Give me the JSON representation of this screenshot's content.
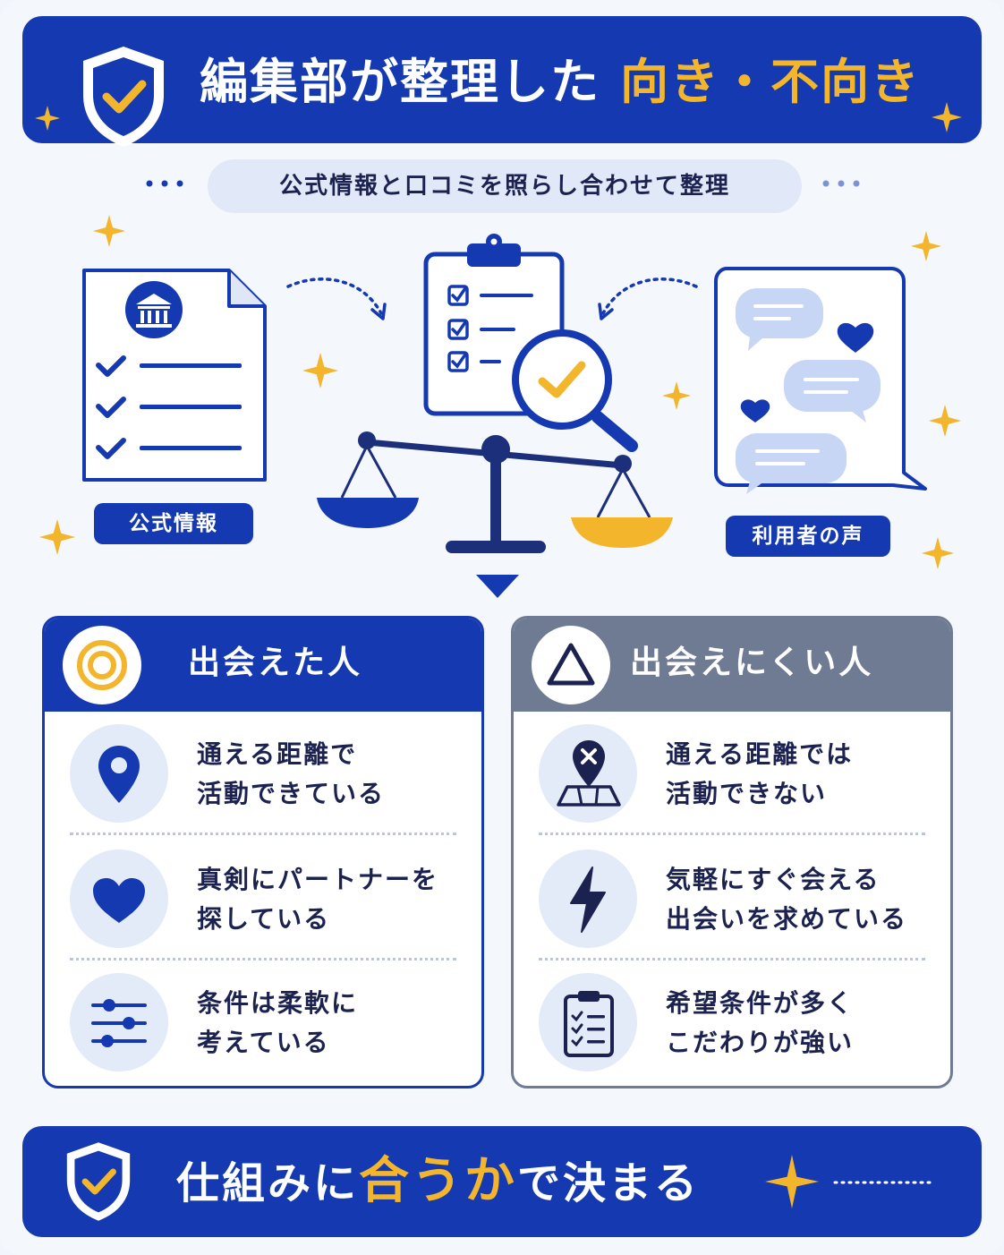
{
  "header": {
    "title_main": "編集部が整理した",
    "title_accent": "向き・不向き",
    "icon": "shield-check-icon"
  },
  "subtitle": "公式情報と口コミを照らし合わせて整理",
  "sources": {
    "official_label": "公式情報",
    "users_label": "利用者の声"
  },
  "cards": {
    "good": {
      "title": "出会えた人",
      "badge_icon": "double-circle-icon",
      "items": [
        {
          "icon": "location-pin-icon",
          "line1": "通える距離で",
          "line2": "活動できている"
        },
        {
          "icon": "heart-icon",
          "line1": "真剣にパートナーを",
          "line2": "探している"
        },
        {
          "icon": "sliders-icon",
          "line1": "条件は柔軟に",
          "line2": "考えている"
        }
      ]
    },
    "bad": {
      "title": "出会えにくい人",
      "badge_icon": "triangle-icon",
      "items": [
        {
          "icon": "map-pin-x-icon",
          "line1": "通える距離では",
          "line2": "活動できない"
        },
        {
          "icon": "lightning-icon",
          "line1": "気軽にすぐ会える",
          "line2": "出会いを求めている"
        },
        {
          "icon": "clipboard-checklist-icon",
          "line1": "希望条件が多く",
          "line2": "こだわりが強い"
        }
      ]
    }
  },
  "footer": {
    "text_before": "仕組みに",
    "accent": [
      "合",
      "う",
      "か"
    ],
    "text_after": "で決まる"
  },
  "colors": {
    "navy": "#1539b0",
    "gold": "#f2b52c",
    "slate": "#6f7b92",
    "ink": "#1c2250",
    "tint": "#e4ebf8"
  }
}
